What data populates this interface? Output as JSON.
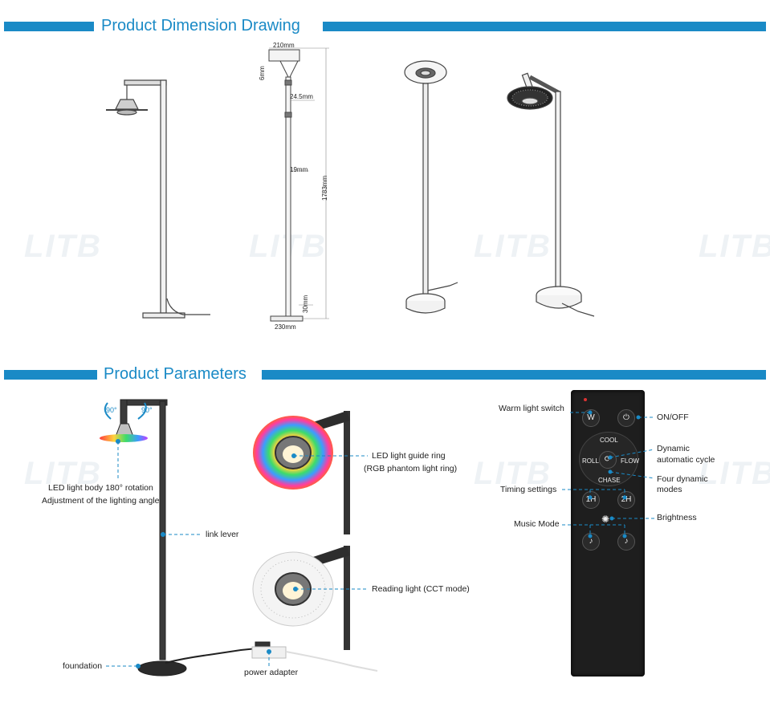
{
  "watermark": "LITB",
  "sections": {
    "dimension": {
      "title": "Product Dimension Drawing"
    },
    "parameters": {
      "title": "Product Parameters"
    }
  },
  "dimensions": {
    "top_width": "210mm",
    "top_height": "6mm",
    "upper_pole": "24.5mm",
    "lower_pole": "19mm",
    "total_height": "1783mm",
    "base_height": "30mm",
    "base_width": "230mm"
  },
  "parameters": {
    "rotation_badge": "90°",
    "rotation_label_1": "LED light body 180° rotation",
    "rotation_label_2": "Adjustment of the lighting angle",
    "link_lever": "link lever",
    "foundation": "foundation",
    "power_adapter": "power adapter",
    "guide_ring_1": "LED light guide ring",
    "guide_ring_2": "(RGB phantom light ring)",
    "reading_light": "Reading light (CCT mode)"
  },
  "remote": {
    "warm_switch": "Warm light switch",
    "on_off": "ON/OFF",
    "dynamic_1": "Dynamic",
    "dynamic_2": "automatic cycle",
    "four_1": "Four dynamic",
    "four_2": "modes",
    "timing": "Timing settings",
    "brightness": "Brightness",
    "music": "Music Mode",
    "btn_w": "W",
    "btn_cool": "COOL",
    "btn_roll": "ROLL",
    "btn_flow": "FLOW",
    "btn_chase": "CHASE",
    "btn_1h": "1H",
    "btn_2h": "2H",
    "btn_m1": "♪",
    "btn_m2": "♪"
  },
  "colors": {
    "accent": "#1a8ac6",
    "remote_body": "#1e1e1e"
  }
}
